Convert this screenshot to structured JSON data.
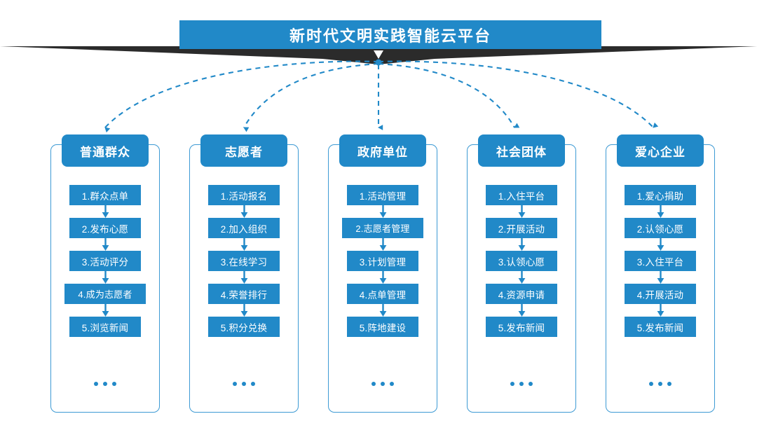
{
  "colors": {
    "primary_blue": "#2189c8",
    "frame_blue": "#3d9ad4",
    "banner_shadow": "#2b2b2b",
    "white": "#ffffff"
  },
  "header": {
    "title": "新时代文明实践智能云平台",
    "chevron_icon": "chevron-down-icon"
  },
  "ellipsis": "...",
  "columns": [
    {
      "id": "ordinary-public",
      "label": "普通群众",
      "items": [
        {
          "text": "1.群众点单",
          "wide": false
        },
        {
          "text": "2.发布心愿",
          "wide": false
        },
        {
          "text": "3.活动评分",
          "wide": false
        },
        {
          "text": "4.成为志愿者",
          "wide": true
        },
        {
          "text": "5.浏览新闻",
          "wide": false
        }
      ]
    },
    {
      "id": "volunteer",
      "label": "志愿者",
      "items": [
        {
          "text": "1.活动报名",
          "wide": false
        },
        {
          "text": "2.加入组织",
          "wide": false
        },
        {
          "text": "3.在线学习",
          "wide": false
        },
        {
          "text": "4.荣誉排行",
          "wide": false
        },
        {
          "text": "5.积分兑换",
          "wide": false
        }
      ]
    },
    {
      "id": "government-unit",
      "label": "政府单位",
      "items": [
        {
          "text": "1.活动管理",
          "wide": false
        },
        {
          "text": "2.志愿者管理",
          "wide": true
        },
        {
          "text": "3.计划管理",
          "wide": false
        },
        {
          "text": "4.点单管理",
          "wide": false
        },
        {
          "text": "5.阵地建设",
          "wide": false
        }
      ]
    },
    {
      "id": "social-group",
      "label": "社会团体",
      "items": [
        {
          "text": "1.入住平台",
          "wide": false
        },
        {
          "text": "2.开展活动",
          "wide": false
        },
        {
          "text": "3.认领心愿",
          "wide": false
        },
        {
          "text": "4.资源申请",
          "wide": false
        },
        {
          "text": "5.发布新闻",
          "wide": false
        }
      ]
    },
    {
      "id": "caring-enterprise",
      "label": "爱心企业",
      "items": [
        {
          "text": "1.爱心捐助",
          "wide": false
        },
        {
          "text": "2.认领心愿",
          "wide": false
        },
        {
          "text": "3.入住平台",
          "wide": false
        },
        {
          "text": "4.开展活动",
          "wide": false
        },
        {
          "text": "5.发布新闻",
          "wide": false
        }
      ]
    }
  ]
}
